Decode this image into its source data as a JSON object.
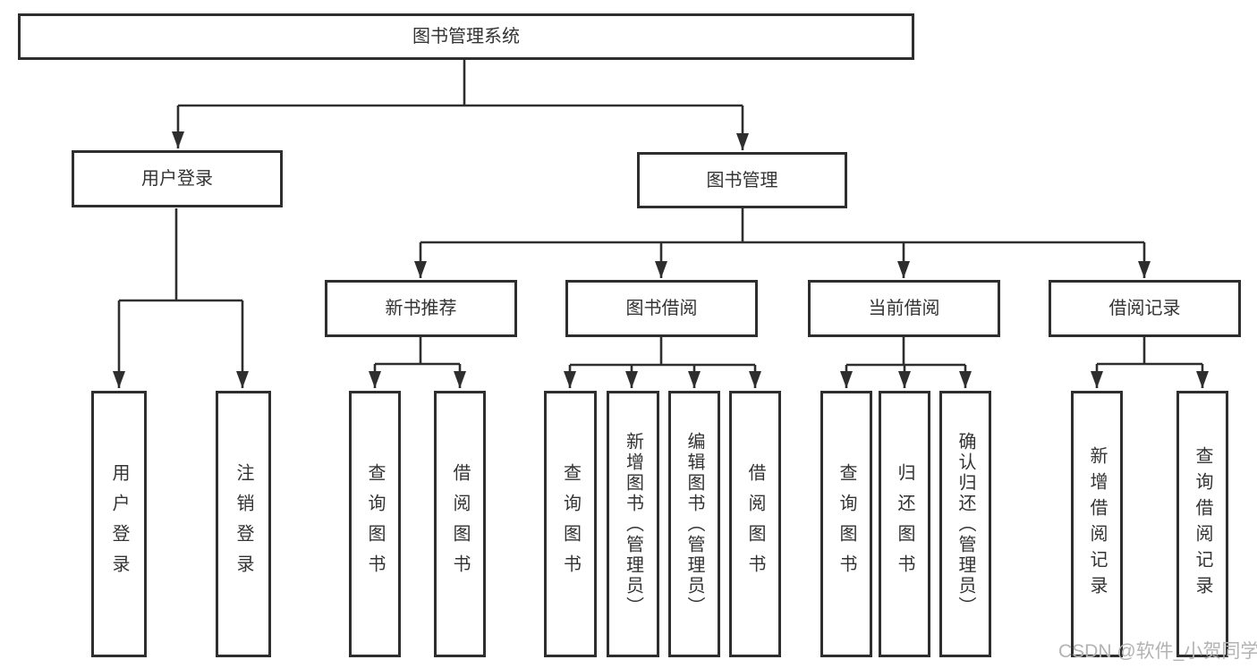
{
  "diagram": {
    "root": {
      "label": "图书管理系统"
    },
    "branches": [
      {
        "label": "用户登录",
        "children": [
          {
            "label": "用户登录"
          },
          {
            "label": "注销登录"
          }
        ]
      },
      {
        "label": "图书管理",
        "children": [
          {
            "label": "新书推荐",
            "children": [
              {
                "label": "查询图书"
              },
              {
                "label": "借阅图书"
              }
            ]
          },
          {
            "label": "图书借阅",
            "children": [
              {
                "label": "查询图书"
              },
              {
                "label": "新增图书（管理员）"
              },
              {
                "label": "编辑图书（管理员）"
              },
              {
                "label": "借阅图书"
              }
            ]
          },
          {
            "label": "当前借阅",
            "children": [
              {
                "label": "查询图书"
              },
              {
                "label": "归还图书"
              },
              {
                "label": "确认归还（管理员）"
              }
            ]
          },
          {
            "label": "借阅记录",
            "children": [
              {
                "label": "新增借阅记录"
              },
              {
                "label": "查询借阅记录"
              }
            ]
          }
        ]
      }
    ]
  },
  "watermark": {
    "text": "CSDN @软件_小贺同学"
  },
  "colors": {
    "line": "#2e2e2e",
    "box_border": "#2e2e2e",
    "box_bg": "#ffffff",
    "text": "#333333",
    "watermark": "#b3b3b3",
    "background": "#ffffff"
  }
}
